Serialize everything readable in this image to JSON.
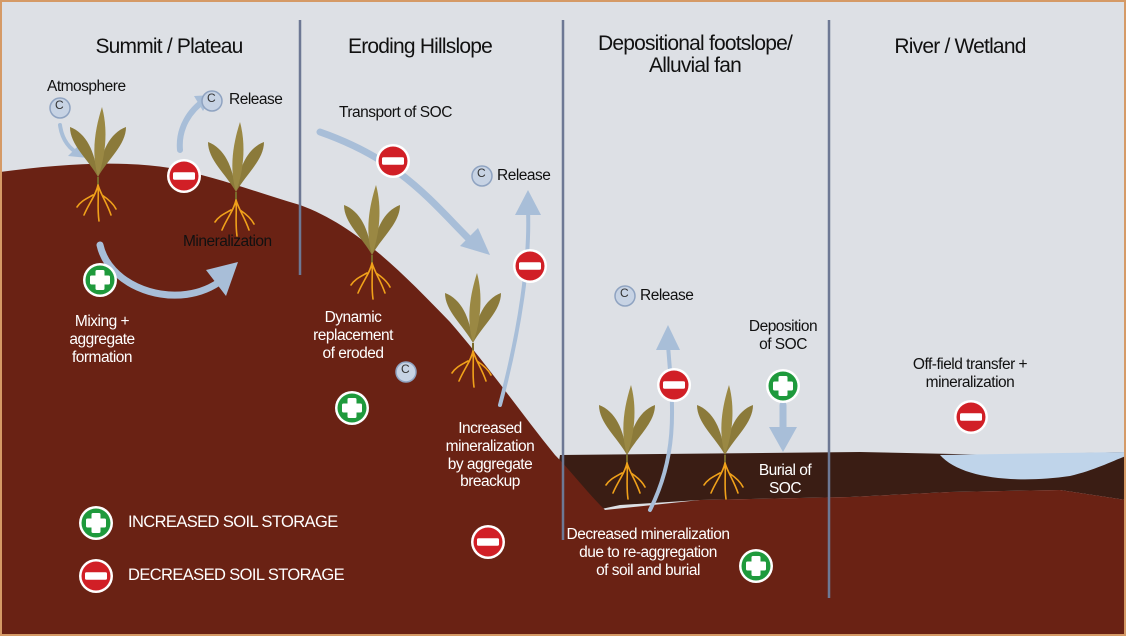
{
  "zones": {
    "summit": "Summit / Plateau",
    "hillslope": "Eroding Hillslope",
    "footslope": "Depositional footslope/\nAlluvial fan",
    "river": "River / Wetland"
  },
  "labels": {
    "atmosphere": "Atmosphere",
    "release": "Release",
    "mineralization": "Mineralization",
    "mixing": "Mixing +\naggregate\nformation",
    "transport_soc": "Transport of SOC",
    "dynamic_replacement": "Dynamic\nreplacement\nof eroded",
    "increased_mineralization": "Increased\nmineralization\nby aggregate\nbreackup",
    "deposition_soc": "Deposition\nof SOC",
    "burial_soc": "Burial of\nSOC",
    "decreased_mineralization": "Decreased mineralization\ndue to re-aggregation\nof soil and burial",
    "offfield": "Off-field transfer +\nmineralization",
    "carbon_symbol": "C"
  },
  "legend": {
    "increased": "INCREASED SOIL STORAGE",
    "decreased": "DECREASED SOIL STORAGE"
  },
  "colors": {
    "sky": "#dde0e5",
    "soil": "#6a2214",
    "soil_dark": "#3a1d14",
    "water": "#bfd4ea",
    "arrow": "#a8bed8",
    "plus": "#1e9a3c",
    "minus": "#d11f26",
    "plant": "#8b7a3a",
    "root": "#f0a11a",
    "divider": "#6d7894",
    "border": "#d59a66"
  }
}
